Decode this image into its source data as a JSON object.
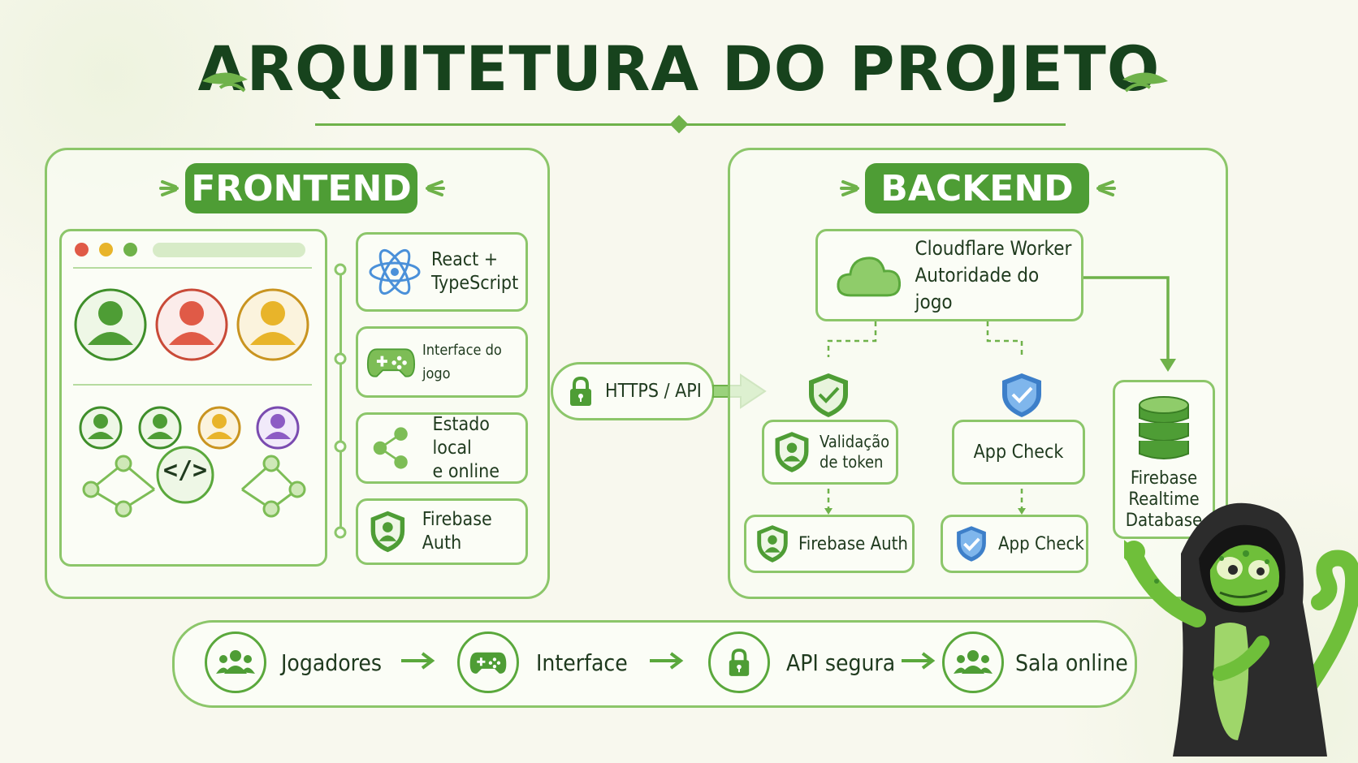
{
  "title": "ARQUITETURA DO PROJETO",
  "frontend": {
    "heading": "FRONTEND",
    "cards": [
      {
        "line1": "React +",
        "line2": "TypeScript",
        "icon": "react-icon"
      },
      {
        "line1": "Interface do jogo",
        "line2": "",
        "icon": "gamepad-icon"
      },
      {
        "line1": "Estado local",
        "line2": "e online",
        "icon": "share-icon"
      },
      {
        "line1": "Firebase Auth",
        "line2": "",
        "icon": "shield-user-icon"
      }
    ],
    "code_symbol": "</>"
  },
  "connector": {
    "label": "HTTPS / API",
    "icon": "lock-icon"
  },
  "backend": {
    "heading": "BACKEND",
    "worker": {
      "line1": "Cloudflare Worker",
      "line2": "Autoridade do jogo",
      "icon": "cloud-icon"
    },
    "validation": {
      "line1": "Validação",
      "line2": "de token"
    },
    "app_check_top": "App Check",
    "firebase_auth": "Firebase Auth",
    "app_check_bottom": "App Check",
    "database": {
      "line1": "Firebase",
      "line2": "Realtime",
      "line3": "Database"
    }
  },
  "flow": [
    {
      "label": "Jogadores",
      "icon": "users-icon"
    },
    {
      "label": "Interface",
      "icon": "gamepad-icon"
    },
    {
      "label": "API segura",
      "icon": "lock-icon"
    },
    {
      "label": "Sala online",
      "icon": "users-icon"
    }
  ],
  "colors": {
    "accent": "#4e9d35",
    "border": "#8cc66a",
    "dark": "#17431d",
    "blue": "#4a90d9",
    "red": "#e05a47",
    "yellow": "#e8b42a",
    "purple": "#8c5bc4"
  }
}
